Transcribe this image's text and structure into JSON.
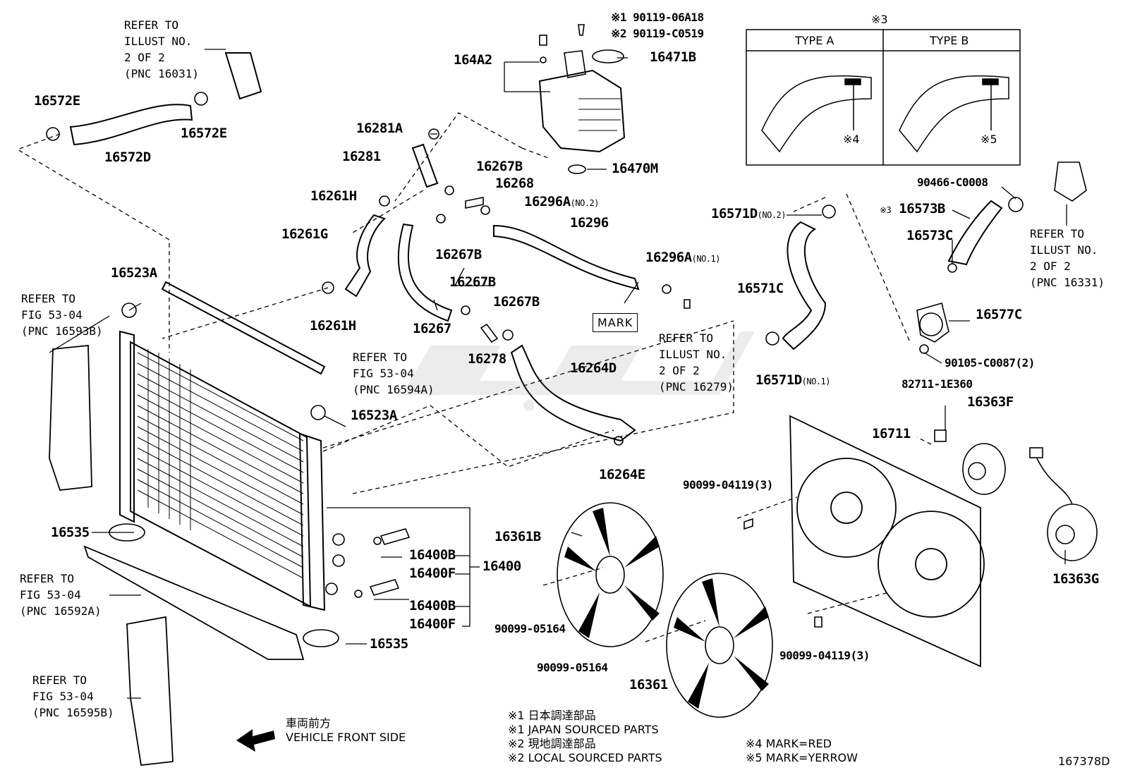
{
  "diagram": {
    "part_labels": {
      "p16572E_a": "16572E",
      "p16572E_b": "16572E",
      "p16572D": "16572D",
      "p164A2": "164A2",
      "p16471B": "16471B",
      "p16281A": "16281A",
      "p16281": "16281",
      "p16470M": "16470M",
      "p16267B_a": "16267B",
      "p16268": "16268",
      "p16261H_a": "16261H",
      "p16296A_2": "16296A",
      "p16296": "16296",
      "p16261G": "16261G",
      "p16267B_b": "16267B",
      "p16296A_1": "16296A",
      "p16523A_a": "16523A",
      "p16267B_c": "16267B",
      "p16267B_d": "16267B",
      "p16261H_b": "16261H",
      "p16267": "16267",
      "p16278": "16278",
      "p16264D": "16264D",
      "p16523A_b": "16523A",
      "p16264E": "16264E",
      "p16571D_2": "16571D",
      "p16571C": "16571C",
      "p16571D_1": "16571D",
      "p90466": "90466-C0008",
      "p16573B": "16573B",
      "p16573C": "16573C",
      "p16577C": "16577C",
      "p90105": "90105-C0087(2)",
      "p82711": "82711-1E360",
      "p16363F": "16363F",
      "p16711": "16711",
      "p90099_04119_a": "90099-04119(3)",
      "p90099_04119_b": "90099-04119(3)",
      "p16361B": "16361B",
      "p16363G": "16363G",
      "p16535_a": "16535",
      "p16535_b": "16535",
      "p16400B_a": "16400B",
      "p16400F_a": "16400F",
      "p16400B_b": "16400B",
      "p16400F_b": "16400F",
      "p16400": "16400",
      "p90099_05164_a": "90099-05164",
      "p90099_05164_b": "90099-05164",
      "p16361": "16361",
      "p90119_1": "※1 90119-06A18",
      "p90119_2": "※2 90119-C0519"
    },
    "qualifiers": {
      "no2": "(NO.2)",
      "no1": "(NO.1)",
      "x3": "※3"
    },
    "references": {
      "ref_16031": "REFER TO\nILLUST NO.\n2 OF 2\n(PNC 16031)",
      "ref_16593B": "REFER TO\nFIG 53-04\n(PNC 16593B)",
      "ref_16594A": "REFER TO\nFIG 53-04\n(PNC 16594A)",
      "ref_16279": "REFER TO\nILLUST NO.\n2 OF 2\n(PNC 16279)",
      "ref_16331": "REFER TO\nILLUST NO.\n2 OF 2\n(PNC 16331)",
      "ref_16592A": "REFER TO\nFIG 53-04\n(PNC 16592A)",
      "ref_16595B": "REFER TO\nFIG 53-04\n(PNC 16595B)"
    },
    "type_box": {
      "header": "※3",
      "type_a": "TYPE A",
      "type_b": "TYPE B",
      "mark_a": "※4",
      "mark_b": "※5"
    },
    "mark_label": "MARK",
    "front_side": {
      "jp": "車両前方",
      "en": "VEHICLE FRONT SIDE"
    },
    "notes": {
      "n1_jp": "※1  日本調達部品",
      "n1_en": "※1  JAPAN SOURCED PARTS",
      "n2_jp": "※2  現地調達部品",
      "n2_en": "※2  LOCAL SOURCED PARTS",
      "n4": "※4  MARK=RED",
      "n5": "※5  MARK=YERROW"
    },
    "illustration_id": "167378D",
    "colors": {
      "line": "#000000",
      "background": "#ffffff",
      "watermark": "#777777"
    }
  }
}
